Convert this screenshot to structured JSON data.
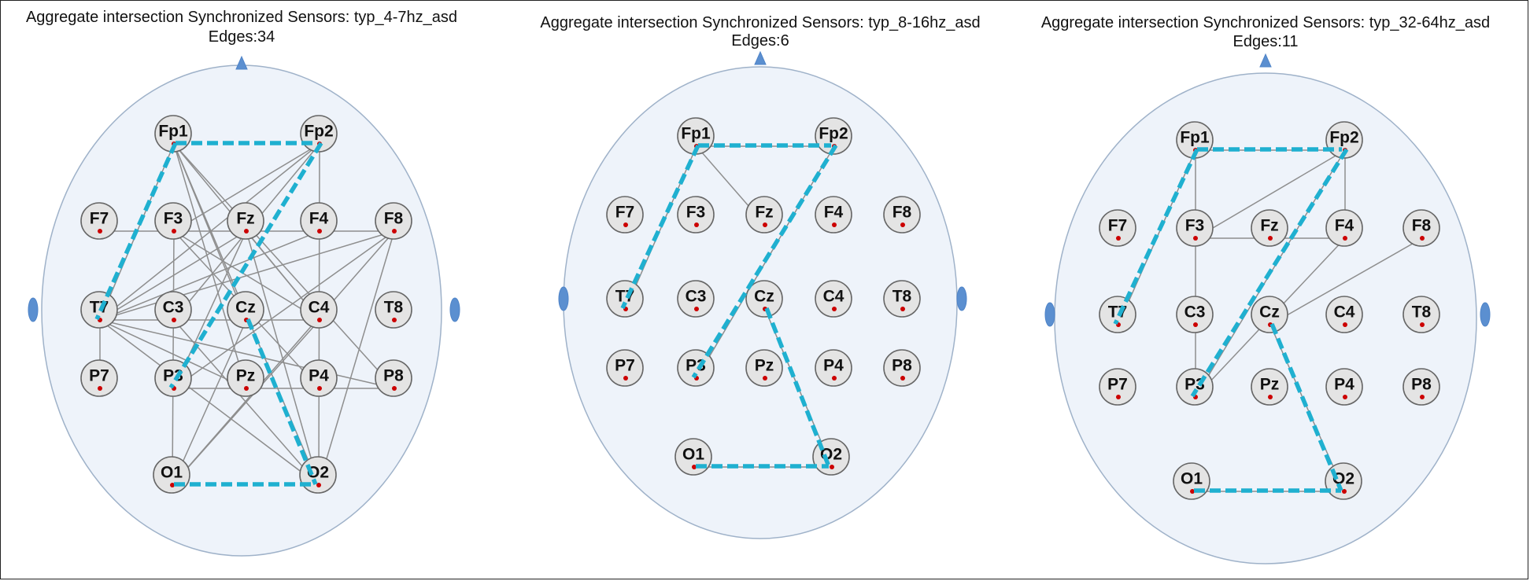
{
  "colors": {
    "head_fill": "#eef3fa",
    "sync_edge": "#1fb0d0",
    "edge": "#8e8e8e",
    "node_fill": "#e4e4e4",
    "node_dot": "#cc0000"
  },
  "panels": [
    {
      "title": "Aggregate intersection Synchronized Sensors:  typ_4-7hz_asd",
      "edges_label": "Edges:34",
      "sensors": [
        "Fp1",
        "Fp2",
        "F7",
        "F3",
        "Fz",
        "F4",
        "F8",
        "T7",
        "C3",
        "Cz",
        "C4",
        "T8",
        "P7",
        "P3",
        "Pz",
        "P4",
        "P8",
        "O1",
        "O2"
      ],
      "edges": [
        [
          "Fp1",
          "T7"
        ],
        [
          "Fp1",
          "Cz"
        ],
        [
          "Fp1",
          "C4"
        ],
        [
          "Fp1",
          "P8"
        ],
        [
          "Fp1",
          "O2"
        ],
        [
          "Fp1",
          "Pz"
        ],
        [
          "Fp2",
          "T7"
        ],
        [
          "Fp2",
          "F3"
        ],
        [
          "Fp2",
          "O2"
        ],
        [
          "Fp2",
          "C3"
        ],
        [
          "F7",
          "F8"
        ],
        [
          "F3",
          "O1"
        ],
        [
          "F3",
          "C4"
        ],
        [
          "F3",
          "P4"
        ],
        [
          "Fz",
          "T7"
        ],
        [
          "Fz",
          "P3"
        ],
        [
          "Fz",
          "O2"
        ],
        [
          "Fz",
          "C4"
        ],
        [
          "F4",
          "T7"
        ],
        [
          "F8",
          "T7"
        ],
        [
          "F8",
          "O2"
        ],
        [
          "F8",
          "P3"
        ],
        [
          "F8",
          "O1"
        ],
        [
          "T7",
          "P7"
        ],
        [
          "T7",
          "C4"
        ],
        [
          "T7",
          "P8"
        ],
        [
          "T7",
          "Pz"
        ],
        [
          "T7",
          "O2"
        ],
        [
          "C3",
          "O2"
        ],
        [
          "Cz",
          "O1"
        ],
        [
          "C4",
          "O1"
        ],
        [
          "P3",
          "P8"
        ]
      ],
      "sync_edges": [
        [
          "Fp1",
          "Fp2"
        ],
        [
          "Fp1",
          "T7"
        ],
        [
          "Fp2",
          "P3"
        ],
        [
          "Cz",
          "O2"
        ],
        [
          "O1",
          "O2"
        ]
      ]
    },
    {
      "title": "Aggregate intersection Synchronized Sensors:  typ_8-16hz_asd",
      "edges_label": "Edges:6",
      "sensors": [
        "Fp1",
        "Fp2",
        "F7",
        "F3",
        "Fz",
        "F4",
        "F8",
        "T7",
        "C3",
        "Cz",
        "C4",
        "T8",
        "P7",
        "P3",
        "Pz",
        "P4",
        "P8",
        "O1",
        "O2"
      ],
      "edges": [
        [
          "Fp1",
          "Fp2"
        ],
        [
          "Fp1",
          "Fz"
        ],
        [
          "Fp1",
          "T7"
        ],
        [
          "Fp2",
          "P3"
        ],
        [
          "Cz",
          "O2"
        ],
        [
          "O1",
          "O2"
        ]
      ],
      "sync_edges": [
        [
          "Fp1",
          "Fp2"
        ],
        [
          "Fp1",
          "T7"
        ],
        [
          "Fp2",
          "P3"
        ],
        [
          "Cz",
          "O2"
        ],
        [
          "O1",
          "O2"
        ]
      ]
    },
    {
      "title": "Aggregate intersection Synchronized Sensors:  typ_32-64hz_asd",
      "edges_label": "Edges:11",
      "sensors": [
        "Fp1",
        "Fp2",
        "F7",
        "F3",
        "Fz",
        "F4",
        "F8",
        "T7",
        "C3",
        "Cz",
        "C4",
        "T8",
        "P7",
        "P3",
        "Pz",
        "P4",
        "P8",
        "O1",
        "O2"
      ],
      "edges": [
        [
          "Fp1",
          "Fp2"
        ],
        [
          "Fp1",
          "T7"
        ],
        [
          "Fp1",
          "P3"
        ],
        [
          "Fp2",
          "F3"
        ],
        [
          "Fp2",
          "F4"
        ],
        [
          "Fp2",
          "P3"
        ],
        [
          "F3",
          "F4"
        ],
        [
          "F4",
          "P3"
        ],
        [
          "Cz",
          "O2"
        ],
        [
          "O1",
          "O2"
        ],
        [
          "F8",
          "Cz"
        ]
      ],
      "sync_edges": [
        [
          "Fp1",
          "Fp2"
        ],
        [
          "Fp1",
          "T7"
        ],
        [
          "Fp2",
          "P3"
        ],
        [
          "Cz",
          "O2"
        ],
        [
          "O1",
          "O2"
        ]
      ]
    }
  ]
}
